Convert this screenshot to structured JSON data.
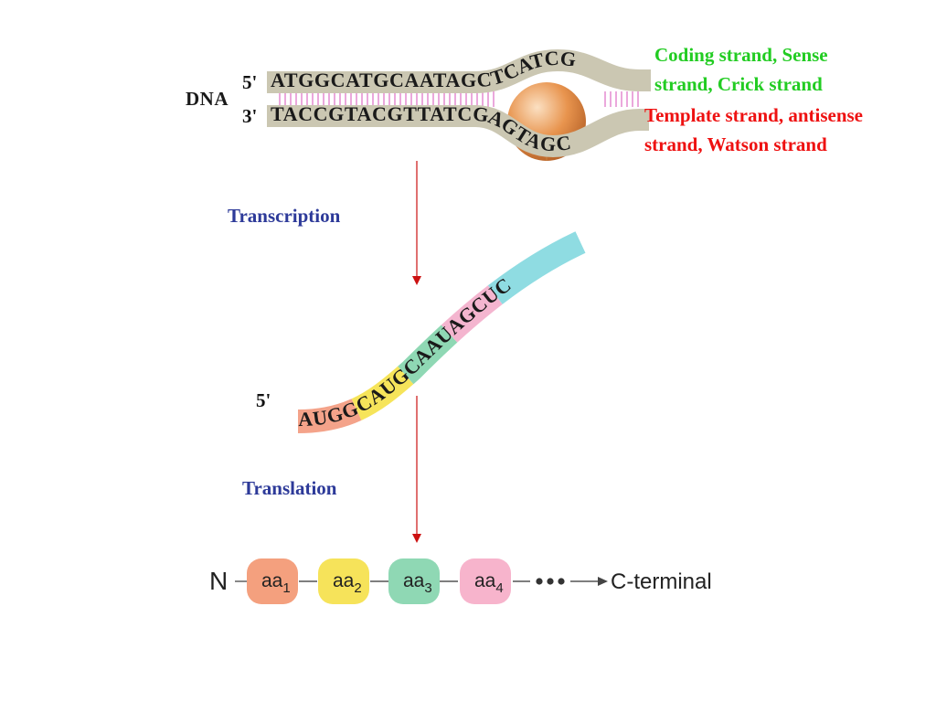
{
  "dna": {
    "label": "DNA",
    "coding_end": "5'",
    "template_end": "3'",
    "coding_sequence": "ATGGCATGCAATAGCTCATCG",
    "template_sequence": "TACCGTACGTTATCGAGTAGC"
  },
  "annotations": {
    "coding_line1": "Coding strand, Sense",
    "coding_line2": "strand, Crick strand",
    "template_line1": "Template strand, antisense",
    "template_line2": "strand, Watson strand"
  },
  "steps": {
    "transcription": "Transcription",
    "translation": "Translation"
  },
  "mrna": {
    "end_label": "5'",
    "sequence": "AUGGCAUGCAAUAGCUC",
    "segments": [
      {
        "text": "AUG",
        "color": "#f4a38a"
      },
      {
        "text": "GCA",
        "color": "#f6e45a"
      },
      {
        "text": "UGC",
        "color": "#8fd8b4"
      },
      {
        "text": "AAU",
        "color": "#f4b5cf"
      },
      {
        "text": "AGCUC",
        "color": "#8fdce2"
      }
    ]
  },
  "protein": {
    "n_terminal": "N",
    "residues": [
      {
        "base": "aa",
        "sub": "1",
        "color": "#f4a07e"
      },
      {
        "base": "aa",
        "sub": "2",
        "color": "#f6e35a"
      },
      {
        "base": "aa",
        "sub": "3",
        "color": "#8fd8b4"
      },
      {
        "base": "aa",
        "sub": "4",
        "color": "#f7b4cc"
      }
    ],
    "c_terminal": "C-terminal"
  },
  "colors": {
    "strand": "#cbc7b2",
    "base_pairs": "#e07ac8",
    "polymerase": "#e8944e",
    "arrow": "#cc1111",
    "step_text": "#2d3a99",
    "coding_text": "#22cc22",
    "template_text": "#ee1111"
  }
}
